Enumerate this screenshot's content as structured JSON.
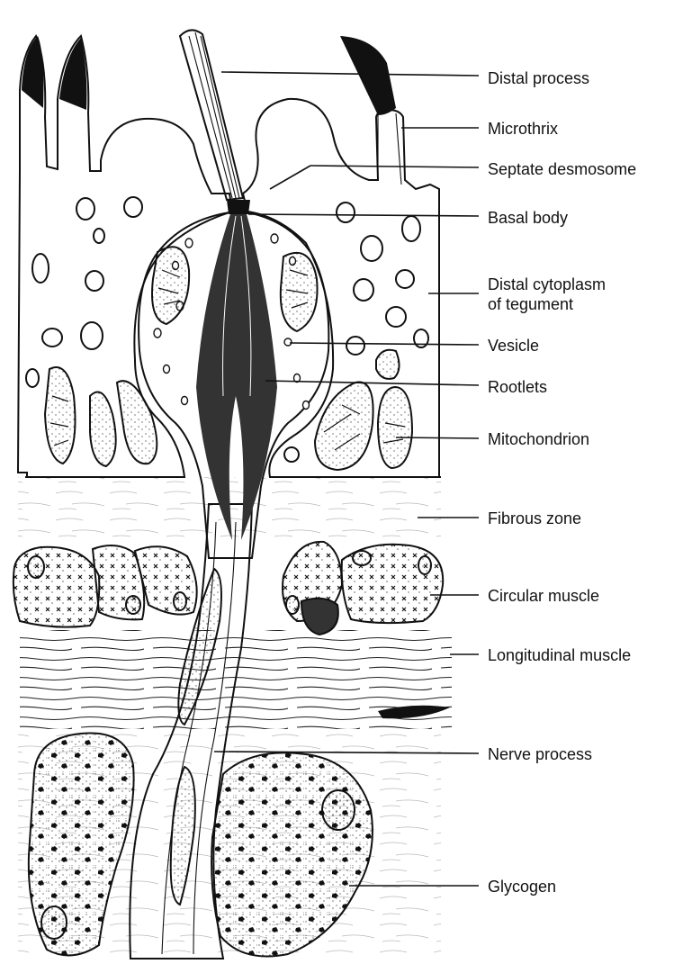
{
  "labels": {
    "distal_process": "Distal process",
    "microthrix": "Microthrix",
    "septate_desmosome": "Septate desmosome",
    "basal_body": "Basal body",
    "distal_cytoplasm_line1": "Distal cytoplasm",
    "distal_cytoplasm_line2": "of tegument",
    "vesicle": "Vesicle",
    "rootlets": "Rootlets",
    "mitochondrion": "Mitochondrion",
    "fibrous_zone": "Fibrous zone",
    "circular_muscle": "Circular muscle",
    "longitudinal_muscle": "Longitudinal muscle",
    "nerve_process": "Nerve process",
    "glycogen": "Glycogen"
  },
  "colors": {
    "ink": "#111111",
    "paper": "#ffffff",
    "stipple_bg": "#fbfbfb"
  }
}
